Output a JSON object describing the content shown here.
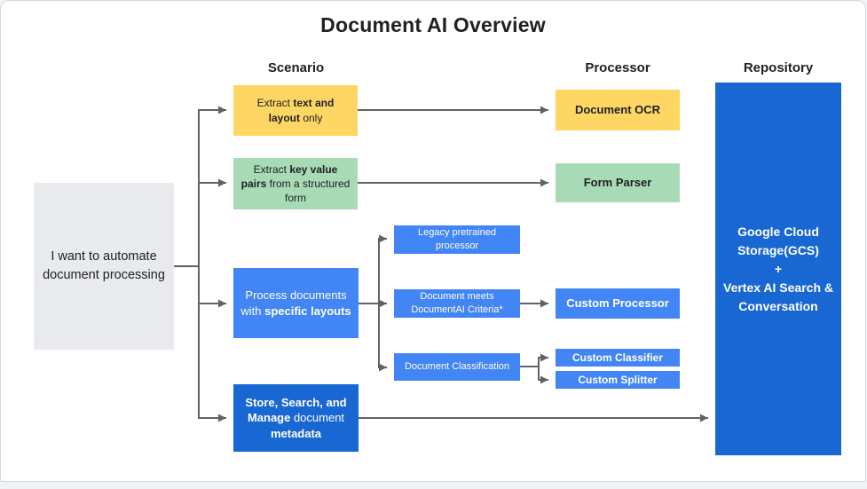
{
  "title": "Document AI Overview",
  "columns": {
    "scenario": "Scenario",
    "processor": "Processor",
    "repository": "Repository"
  },
  "root": {
    "text": "I want to automate document processing"
  },
  "scenarios": {
    "ocr": {
      "pre": "Extract ",
      "bold": "text and layout",
      "post": " only"
    },
    "form": {
      "pre": "Extract ",
      "bold": "key value pairs",
      "post": " from a structured form"
    },
    "layouts": {
      "pre": "Process documents with ",
      "bold": "specific layouts",
      "post": ""
    },
    "store": {
      "bold1": "Store, Search, and Manage",
      "mid": " document ",
      "bold2": "metadata"
    }
  },
  "decisions": {
    "legacy": "Legacy pretrained processor",
    "criteria": "Document meets DocumentAI Criteria*",
    "classification": "Document Classification"
  },
  "processors": {
    "ocr": "Document OCR",
    "form": "Form Parser",
    "custom": "Custom Processor",
    "classifier": "Custom Classifier",
    "splitter": "Custom Splitter"
  },
  "repository": {
    "line1": "Google Cloud Storage(GCS)",
    "line2": "+",
    "line3": "Vertex AI Search & Conversation"
  },
  "colors": {
    "yellow": "#FDD663",
    "green": "#A8DAB5",
    "blue": "#4285F4",
    "darkblue": "#1967D2",
    "gray": "#E8EAED",
    "arrow": "#5F6368",
    "text": "#202124"
  }
}
